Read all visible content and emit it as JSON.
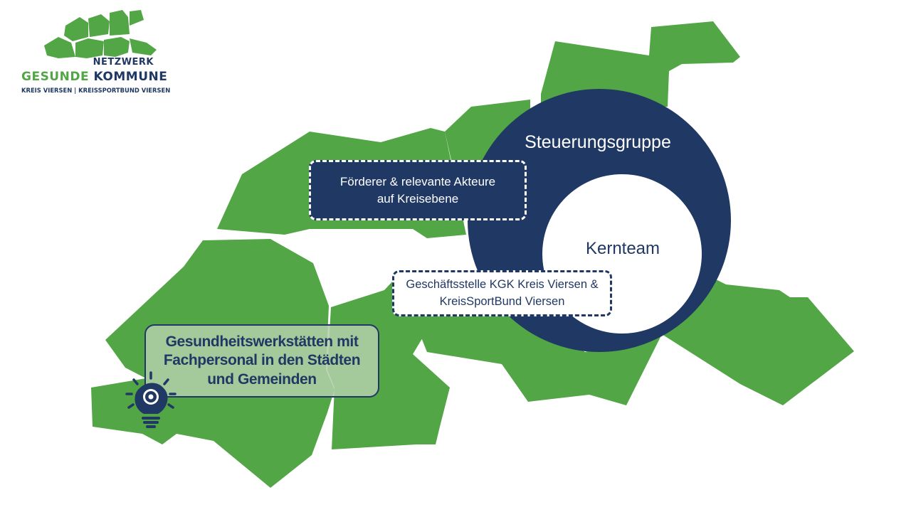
{
  "logo": {
    "line1": "NETZWERK",
    "line2_green": "GESUNDE",
    "line2_blue": "KOMMUNE",
    "line3": "KREIS VIERSEN | KREISSPORTBUND VIERSEN"
  },
  "nodes": {
    "outer_circle": "Steuerungsgruppe",
    "inner_circle": "Kernteam",
    "foerderer": {
      "line1": "Förderer & relevante Akteure",
      "line2": "auf Kreisebene"
    },
    "geschaeftsstelle": {
      "line1": "Geschäftsstelle KGK Kreis Viersen &",
      "line2": "KreisSportBund Viersen"
    },
    "werkstaetten": {
      "line1": "Gesundheitswerkstätten mit",
      "line2": "Fachpersonal in den Städten",
      "line3": "und Gemeinden"
    }
  },
  "icons": {
    "logo_map": "district-map-icon",
    "werkstaetten": "lightbulb-gear-icon"
  },
  "colors": {
    "green": "#52a646",
    "navy": "#203864",
    "white": "#ffffff",
    "werkstatt_fill": "#b3cfaa"
  }
}
